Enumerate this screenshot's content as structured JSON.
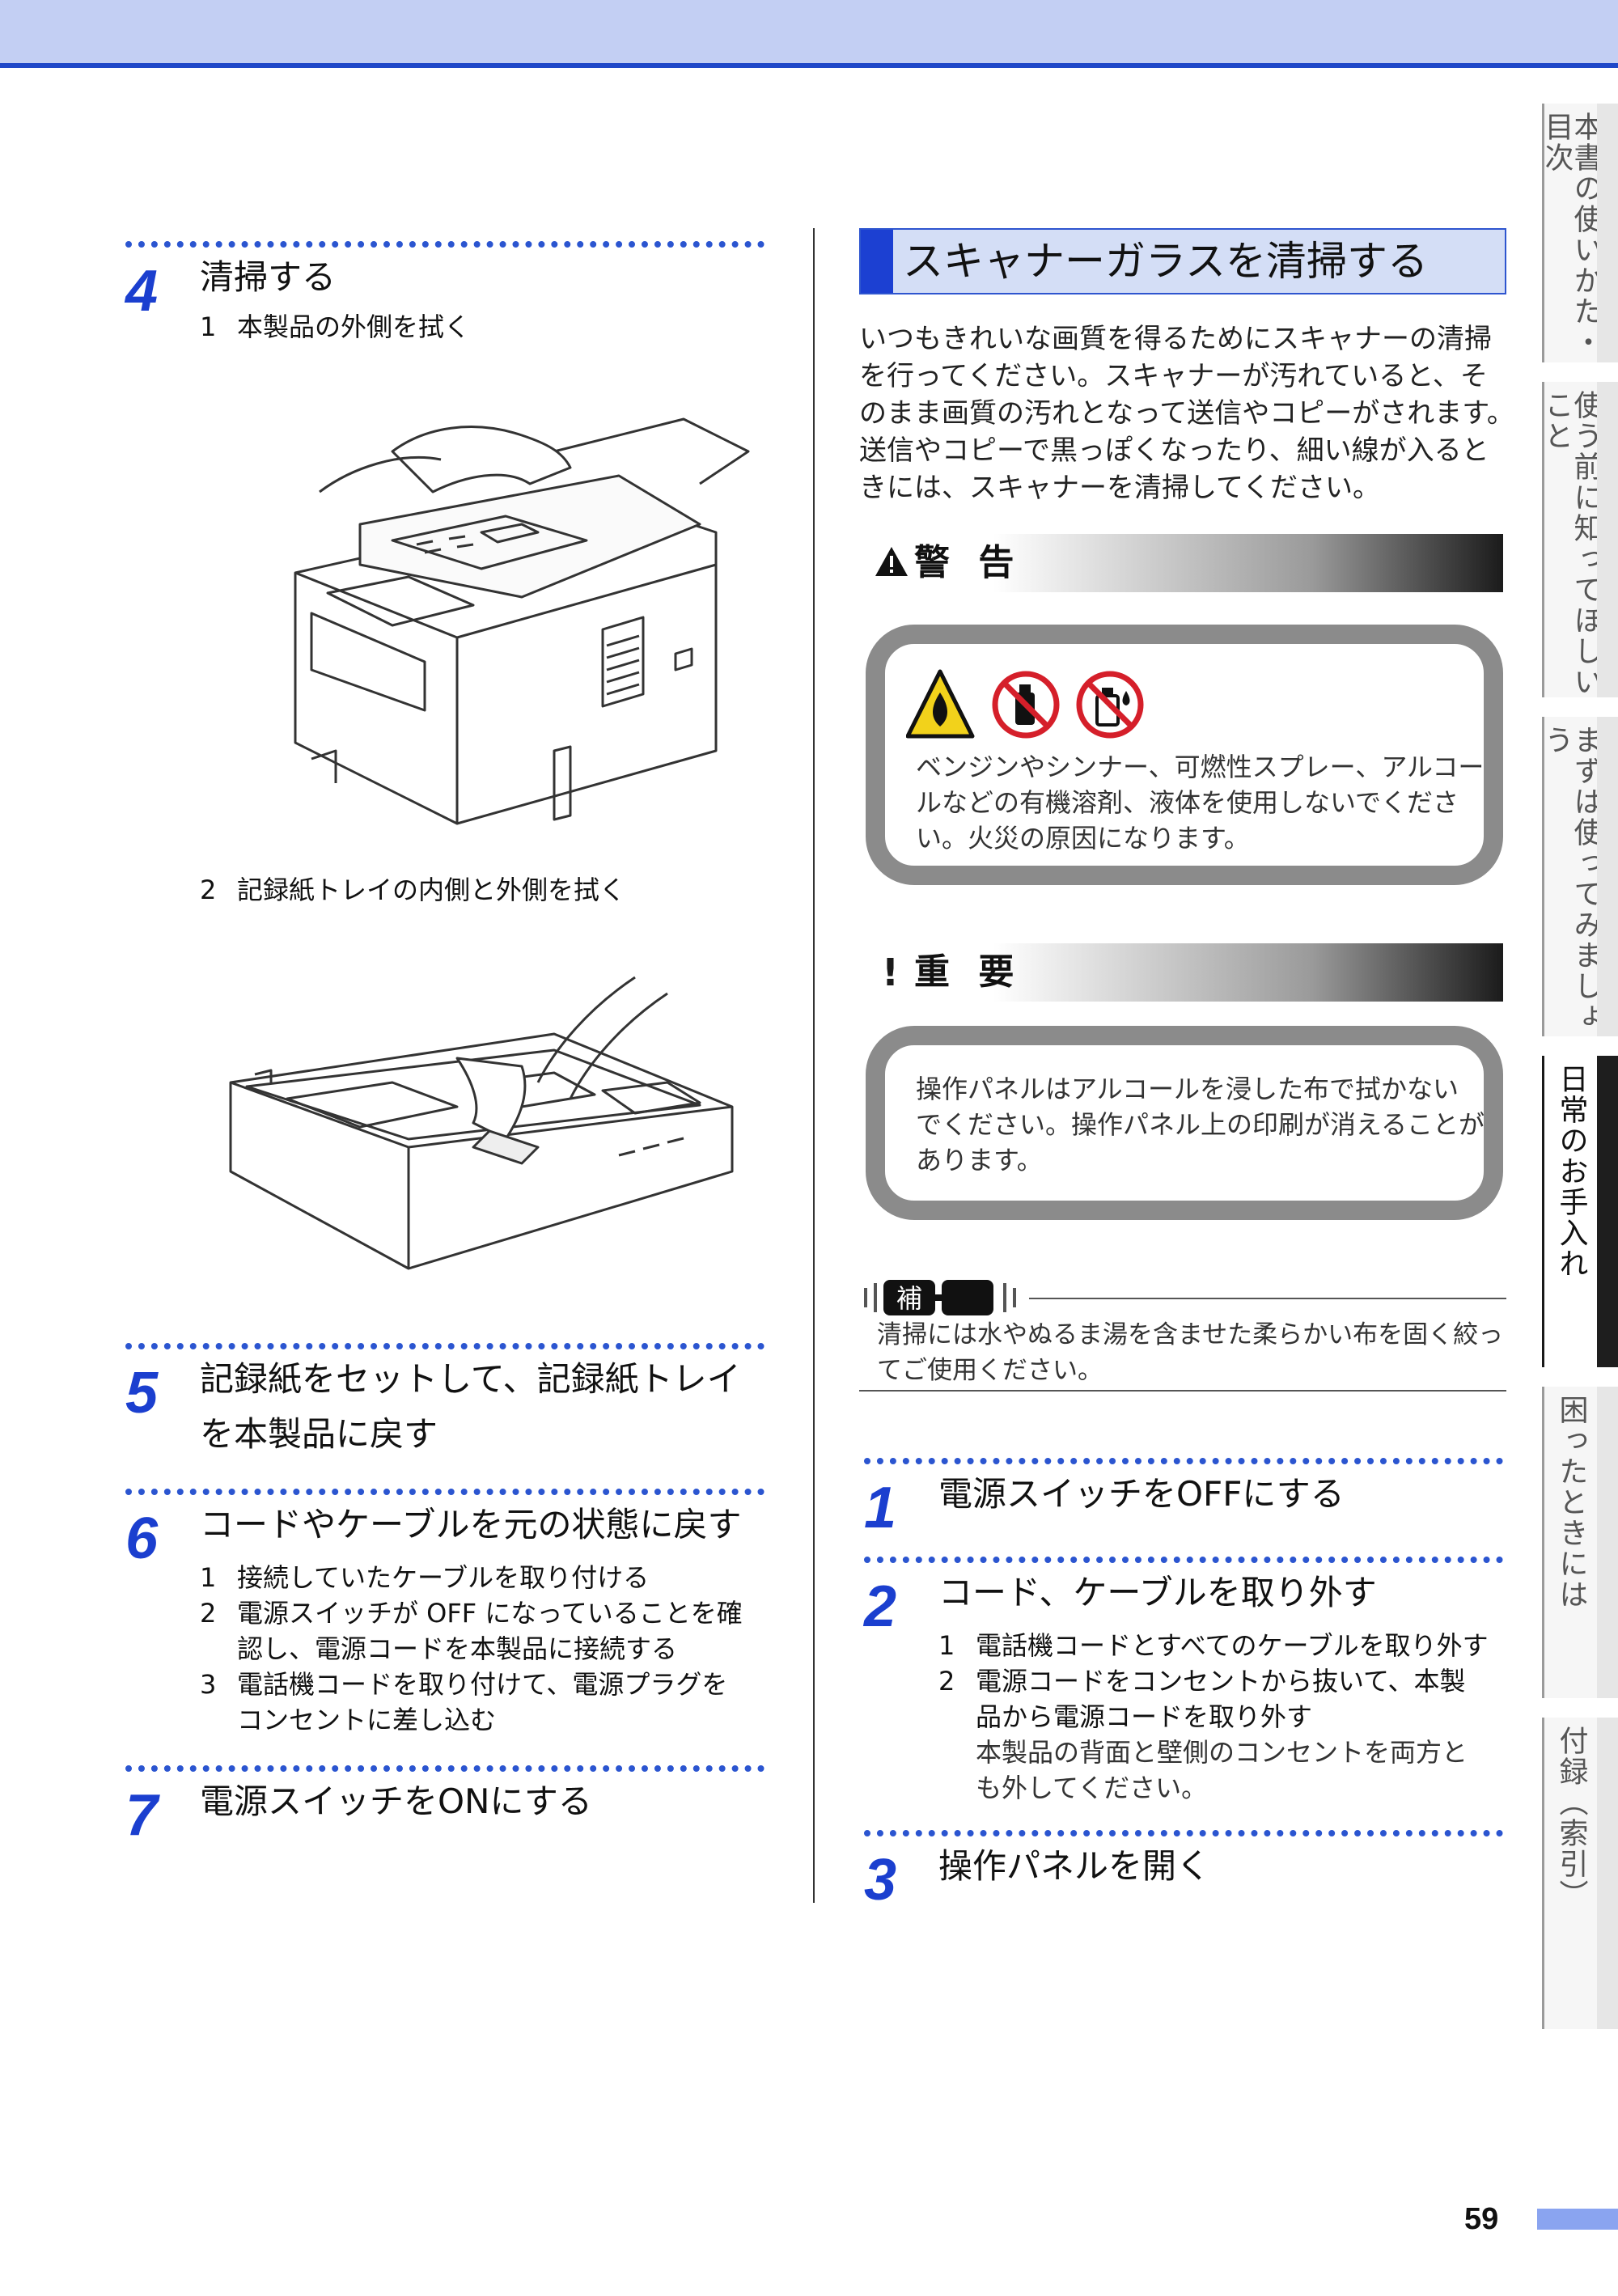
{
  "tabs": [
    {
      "label": "本書の使いかた・目次",
      "active": false
    },
    {
      "label": "使う前に知ってほしいこと",
      "active": false
    },
    {
      "label": "まずは使ってみましょう",
      "active": false
    },
    {
      "label": "日常のお手入れ",
      "active": true
    },
    {
      "label": "困ったときには",
      "active": false
    },
    {
      "label": "付録（索引）",
      "active": false
    }
  ],
  "left": {
    "step4": {
      "num": "4",
      "title": "清掃する",
      "sub1": {
        "num": "1",
        "text": "本製品の外側を拭く"
      },
      "sub2": {
        "num": "2",
        "text": "記録紙トレイの内側と外側を拭く"
      }
    },
    "step5": {
      "num": "5",
      "title_line1": "記録紙をセットして、記録紙トレイ",
      "title_line2": "を本製品に戻す"
    },
    "step6": {
      "num": "6",
      "title": "コードやケーブルを元の状態に戻す",
      "sub1": {
        "num": "1",
        "text": "接続していたケーブルを取り付ける"
      },
      "sub2": {
        "num": "2",
        "line1": "電源スイッチが OFF になっていることを確",
        "line2": "認し、電源コードを本製品に接続する"
      },
      "sub3": {
        "num": "3",
        "line1": "電話機コードを取り付けて、電源プラグを",
        "line2": "コンセントに差し込む"
      }
    },
    "step7": {
      "num": "7",
      "title": "電源スイッチをONにする"
    }
  },
  "right": {
    "section_title": "スキャナーガラスを清掃する",
    "intro": [
      "いつもきれいな画質を得るためにスキャナーの清掃",
      "を行ってください。スキャナーが汚れていると、そ",
      "のまま画質の汚れとなって送信やコピーがされます。",
      "送信やコピーで黒っぽくなったり、細い線が入ると",
      "きには、スキャナーを清掃してください。"
    ],
    "warning": {
      "label": "警 告",
      "lines": [
        "ベンジンやシンナー、可燃性スプレー、アルコー",
        "ルなどの有機溶剤、液体を使用しないでくださ",
        "い。火災の原因になります。"
      ]
    },
    "important": {
      "label": "重 要",
      "lines": [
        "操作パネルはアルコールを浸した布で拭かない",
        "でください。操作パネル上の印刷が消えることが",
        "あります。"
      ]
    },
    "hosoku": {
      "label": "補足",
      "lines": [
        "清掃には水やぬるま湯を含ませた柔らかい布を固く絞っ",
        "てご使用ください。"
      ]
    },
    "step1": {
      "num": "1",
      "title": "電源スイッチをOFFにする"
    },
    "step2": {
      "num": "2",
      "title": "コード、ケーブルを取り外す",
      "sub1": {
        "num": "1",
        "text": "電話機コードとすべてのケーブルを取り外す"
      },
      "sub2": {
        "num": "2",
        "line1": "電源コードをコンセントから抜いて、本製",
        "line2": "品から電源コードを取り外す"
      },
      "note1": "本製品の背面と壁側のコンセントを両方と",
      "note2": "も外してください。"
    },
    "step3": {
      "num": "3",
      "title": "操作パネルを開く"
    }
  },
  "page_number": "59"
}
